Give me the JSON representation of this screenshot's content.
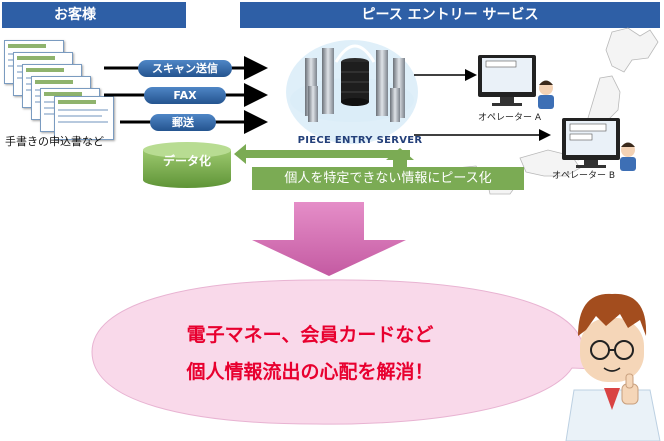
{
  "header": {
    "customer": "お客様",
    "service": "ピース エントリー サービス"
  },
  "customer_side": {
    "forms_caption": "手書きの申込書など",
    "methods": [
      "スキャン送信",
      "FAX",
      "郵送"
    ],
    "data_cylinder": "データ化"
  },
  "server": {
    "label": "PIECE ENTRY SERVER",
    "piece_box": "個人を特定できない情報にピース化"
  },
  "operators": [
    {
      "label": "オペレーター A"
    },
    {
      "label": "オペレーター B"
    }
  ],
  "message": {
    "line1": "電子マネー、会員カードなど",
    "line2": "個人情報流出の心配を解消！"
  },
  "colors": {
    "header": "#2e5fa6",
    "method_pill": "#2f6aad",
    "green": "#7bab54",
    "pink_arrow": "#d97bb8",
    "bubble": "#f9d9ea",
    "message_text": "#e8002f"
  }
}
